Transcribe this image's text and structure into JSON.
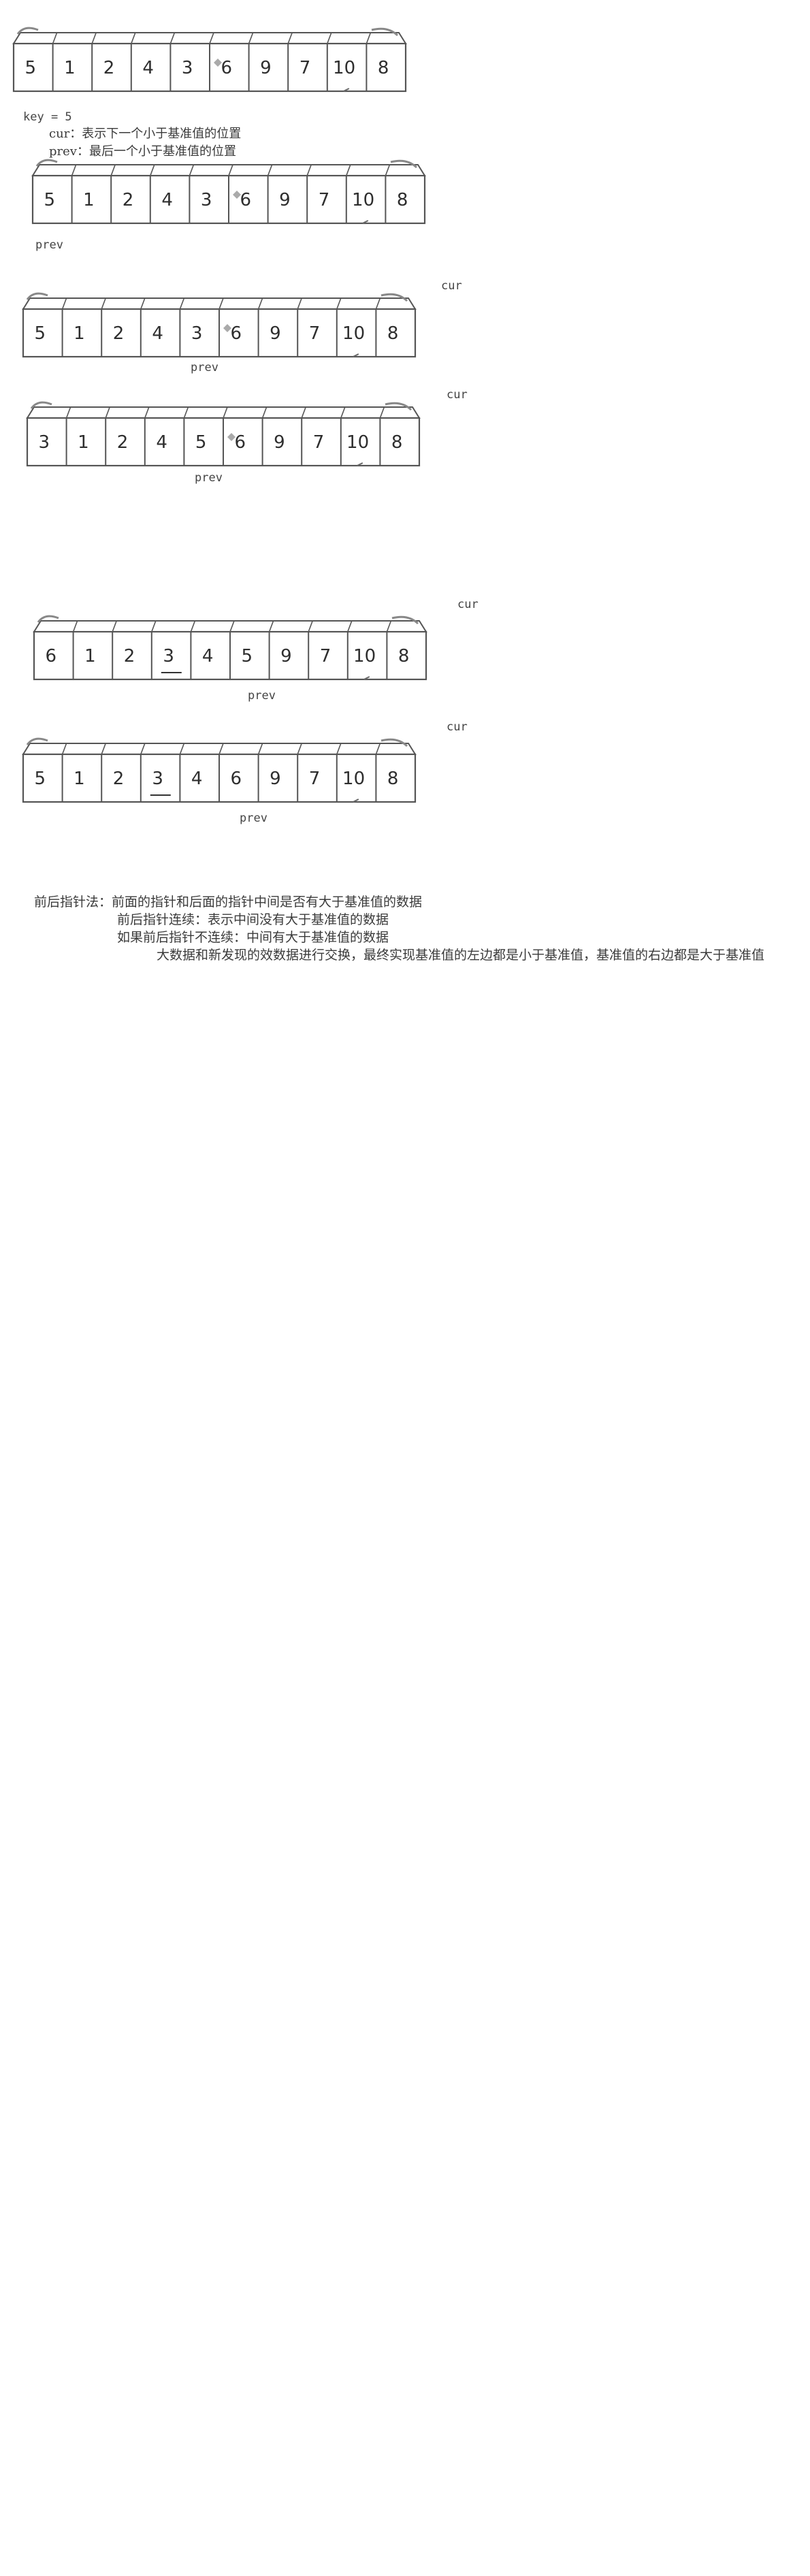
{
  "arrays": [
    {
      "cells": [
        "5",
        "1",
        "2",
        "4",
        "3",
        "6",
        "9",
        "7",
        "10",
        "8"
      ],
      "marked_index": 5,
      "underline_index": null
    },
    {
      "cells": [
        "5",
        "1",
        "2",
        "4",
        "3",
        "6",
        "9",
        "7",
        "10",
        "8"
      ],
      "marked_index": 5,
      "underline_index": null
    },
    {
      "cells": [
        "5",
        "1",
        "2",
        "4",
        "3",
        "6",
        "9",
        "7",
        "10",
        "8"
      ],
      "marked_index": 5,
      "underline_index": null
    },
    {
      "cells": [
        "3",
        "1",
        "2",
        "4",
        "5",
        "6",
        "9",
        "7",
        "10",
        "8"
      ],
      "marked_index": 5,
      "underline_index": null
    },
    {
      "cells": [
        "6",
        "1",
        "2",
        "3",
        "4",
        "5",
        "9",
        "7",
        "10",
        "8"
      ],
      "marked_index": null,
      "underline_index": 3
    },
    {
      "cells": [
        "5",
        "1",
        "2",
        "3",
        "4",
        "6",
        "9",
        "7",
        "10",
        "8"
      ],
      "marked_index": null,
      "underline_index": 3
    }
  ],
  "legend": {
    "key": "key = 5",
    "cur": "cur：表示下一个小于基准值的位置",
    "prev": "prev：最后一个小于基准值的位置"
  },
  "labels": {
    "prev1": "prev",
    "cur2": "cur",
    "prev2": "prev",
    "cur3": "cur",
    "prev3": "prev",
    "cur4": "cur",
    "prev4": "prev",
    "cur5": "cur",
    "prev5": "prev"
  },
  "notes": {
    "line1": "前后指针法：前面的指针和后面的指针中间是否有大于基准值的数据",
    "line2": "前后指针连续：表示中间没有大于基准值的数据",
    "line3": "如果前后指针不连续：中间有大于基准值的数据",
    "line4": "大数据和新发现的效数据进行交换，最终实现基准值的左边都是小于基准值，基准值的右边都是大于基准值"
  }
}
